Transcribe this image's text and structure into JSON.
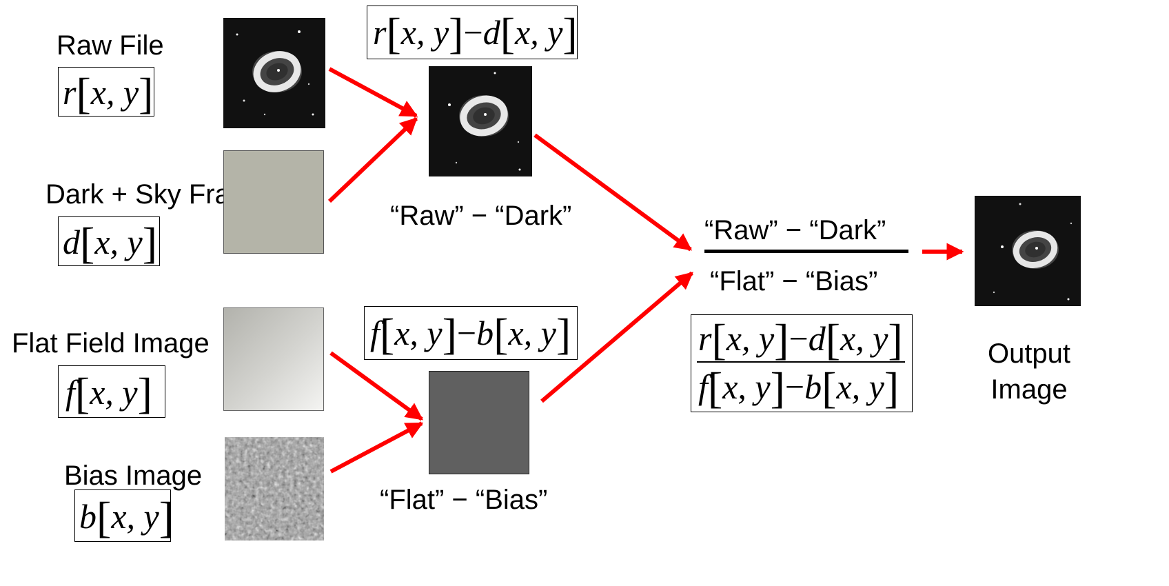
{
  "inputs": {
    "raw": {
      "label": "Raw File",
      "symbol": "r"
    },
    "dark": {
      "label": "Dark + Sky Frame",
      "symbol": "d"
    },
    "flat": {
      "label": "Flat Field Image",
      "symbol": "f"
    },
    "bias": {
      "label": "Bias Image",
      "symbol": "b"
    }
  },
  "coords": "x, y",
  "minus": "−",
  "intermediate": {
    "raw_minus_dark": {
      "expr_a": "r",
      "expr_b": "d",
      "caption": "“Raw” − “Dark”"
    },
    "flat_minus_bias": {
      "expr_a": "f",
      "expr_b": "b",
      "caption": "“Flat” − “Bias”"
    }
  },
  "ratio": {
    "numerator": "“Raw” − “Dark”",
    "denominator": "“Flat” − “Bias”"
  },
  "output": {
    "line1": "Output",
    "line2": "Image"
  },
  "colors": {
    "arrow": "#ff0000",
    "dark_frame": "#b4b4a8",
    "diff_frame": "#606060",
    "nebula_bg": "#111111"
  }
}
